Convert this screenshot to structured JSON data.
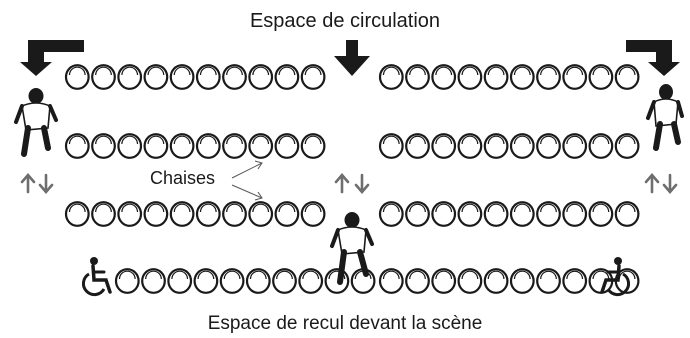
{
  "labels": {
    "top": "Espace de circulation",
    "bottom": "Espace de recul devant la scène",
    "chairs": "Chaises"
  },
  "seating": {
    "blocks": [
      "left",
      "right"
    ],
    "rows_per_block": 4,
    "chairs_per_row": 10
  },
  "icons": {
    "entry_arrows": [
      "corner-arrow-left",
      "down-arrow-center",
      "corner-arrow-right"
    ],
    "two_way_arrows": [
      "left-aisle",
      "center-aisle",
      "right-aisle"
    ],
    "walking_people": [
      "left-aisle",
      "center-aisle",
      "right-aisle"
    ],
    "wheelchair_spaces": [
      "left",
      "right"
    ]
  },
  "colors": {
    "ink": "#1a1a1a",
    "arrow_gray": "#6e6e6e"
  }
}
